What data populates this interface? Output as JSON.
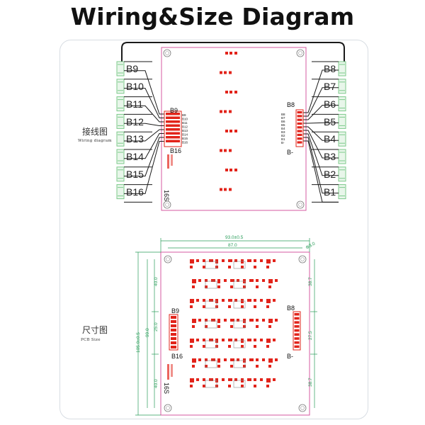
{
  "title": "Wiring&Size  Diagram",
  "wiring": {
    "label_cn": "接线图",
    "label_en": "Wiring diagram",
    "left_cells": [
      "B9",
      "B10",
      "B11",
      "B12",
      "B13",
      "B14",
      "B15",
      "B16"
    ],
    "right_cells": [
      "B8",
      "B7",
      "B6",
      "B5",
      "B4",
      "B3",
      "B2",
      "B1"
    ],
    "left_conn_top": "B9",
    "left_conn_bottom": "B16",
    "left_pins": [
      "B9",
      "B10",
      "B11",
      "B12",
      "B13",
      "B14",
      "B15",
      "B16"
    ],
    "right_conn_top": "B8",
    "right_conn_bottom": "B-",
    "right_pins": [
      "B8",
      "B7",
      "B6",
      "B5",
      "B4",
      "B3",
      "B2",
      "B1",
      "B-"
    ],
    "series_mark": "16S"
  },
  "size": {
    "label_cn": "尺寸图",
    "label_en": "PCB Size",
    "width_total": "93.0±0.5",
    "width_inner": "87.0",
    "hole_dia": "Φ3.0",
    "height_total": "105.0±0.5",
    "height_inner": "99.0",
    "left_segments": [
      "40.0",
      "25.0",
      "40.0"
    ],
    "right_segments": [
      "38.7",
      "27.5",
      "38.7"
    ],
    "left_conn_top": "B9",
    "left_conn_bottom": "B16",
    "right_conn_top": "B8",
    "right_conn_bottom": "B-",
    "series_mark": "16S"
  },
  "colors": {
    "board_outline": "#d45aa0",
    "component": "#e2231a",
    "dimension": "#2a9d5a",
    "wire": "#1a1a1a",
    "terminal": "#7cc98a"
  }
}
